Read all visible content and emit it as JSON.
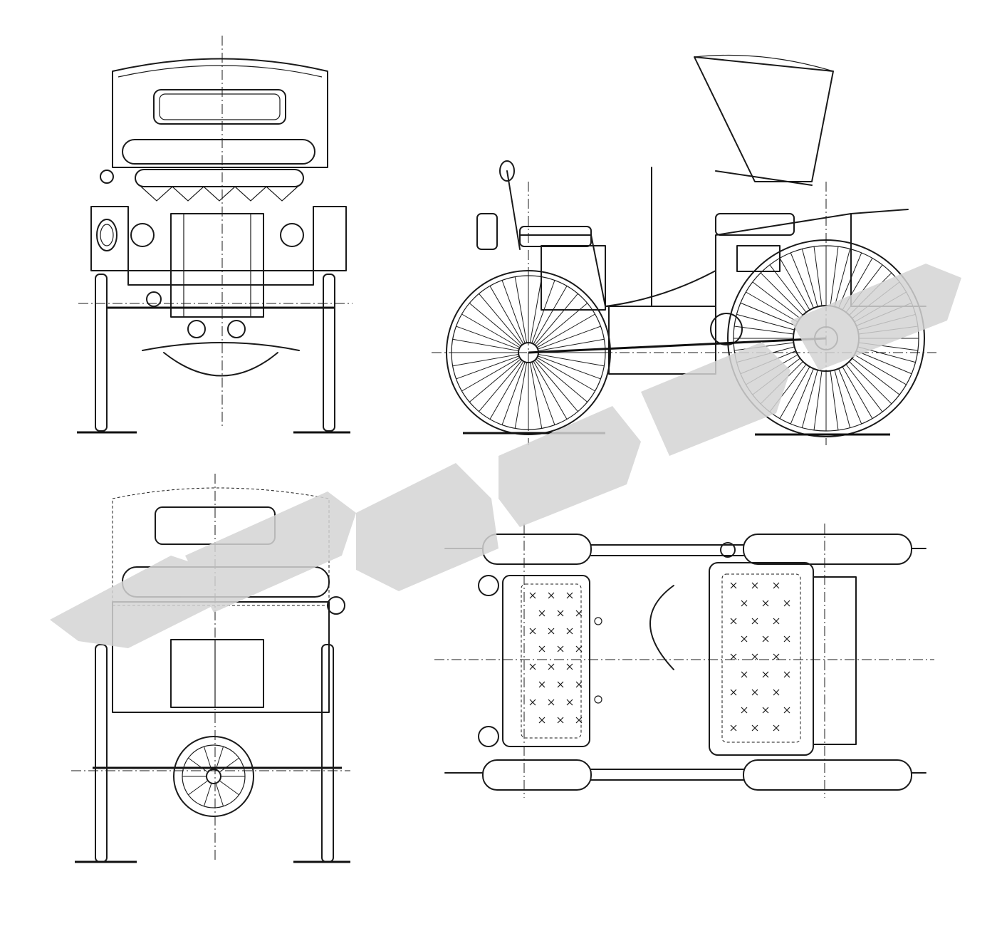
{
  "drawing": {
    "views": [
      {
        "id": "front",
        "label": ""
      },
      {
        "id": "side",
        "label": ""
      },
      {
        "id": "rear",
        "label": ""
      },
      {
        "id": "top",
        "label": ""
      }
    ]
  },
  "watermark": {
    "text": "",
    "color": "#d4d4d4"
  },
  "colors": {
    "ink": "#1a1a1a",
    "paper": "#ffffff"
  }
}
